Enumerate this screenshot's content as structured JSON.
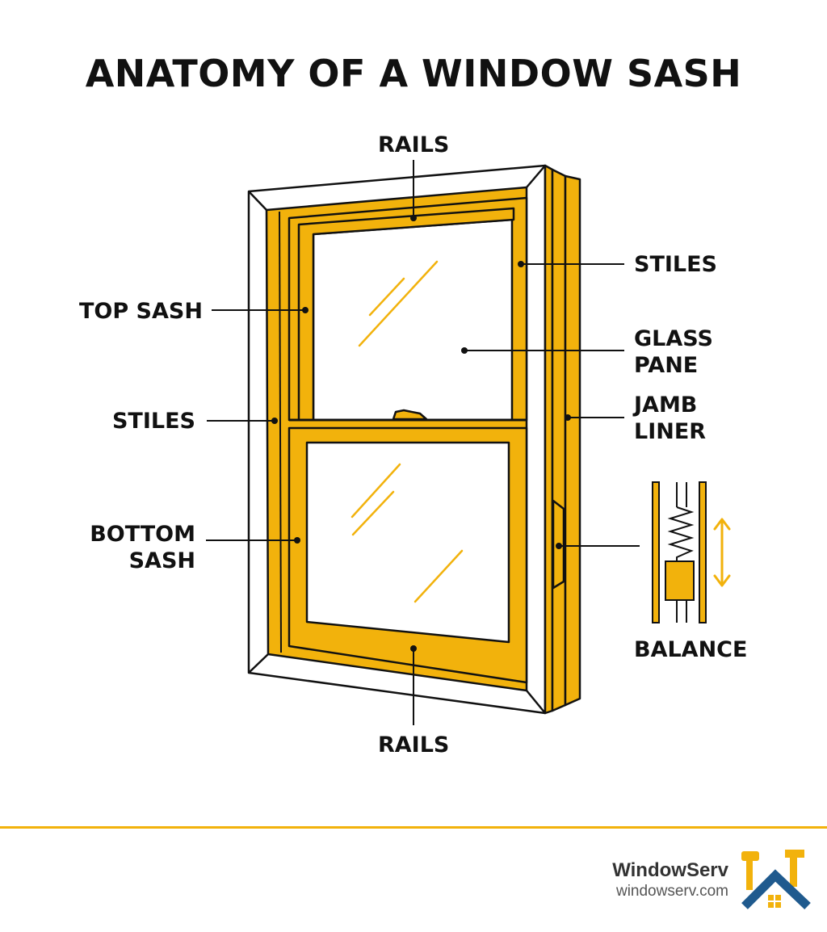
{
  "title": "ANATOMY OF A WINDOW SASH",
  "labels": {
    "rails_top": "RAILS",
    "stiles_right": "STILES",
    "top_sash": "TOP SASH",
    "glass_pane_1": "GLASS",
    "glass_pane_2": "PANE",
    "stiles_left": "STILES",
    "jamb_liner_1": "JAMB",
    "jamb_liner_2": "LINER",
    "bottom_sash_1": "BOTTOM",
    "bottom_sash_2": "SASH",
    "balance": "BALANCE",
    "rails_bottom": "RAILS"
  },
  "brand": {
    "name": "WindowServ",
    "url": "windowserv.com"
  },
  "colors": {
    "wood": "#f2b20c",
    "outline": "#111111",
    "accent_line": "#f2b20c",
    "logo_blue": "#1f5a8e"
  },
  "icons": {
    "logo": "house-with-tools-logo",
    "balance_arrow": "double-arrow-icon"
  }
}
